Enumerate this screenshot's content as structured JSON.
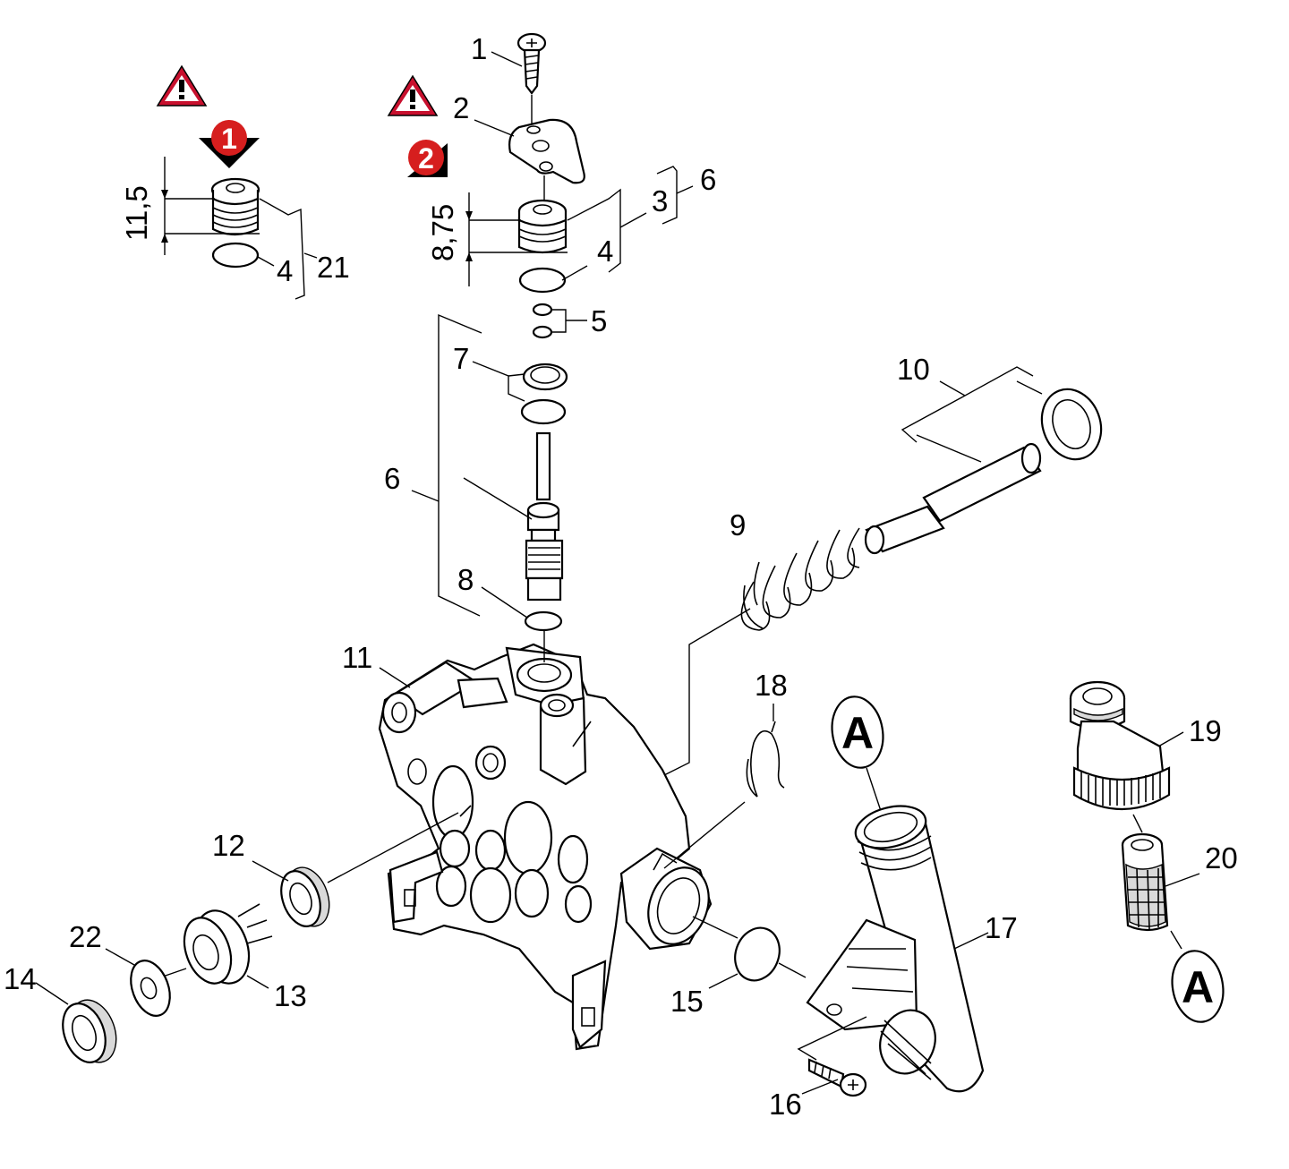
{
  "diagram": {
    "callouts": [
      "1",
      "2",
      "3",
      "4",
      "5",
      "6",
      "7",
      "8",
      "9",
      "10",
      "11",
      "12",
      "13",
      "14",
      "15",
      "16",
      "17",
      "18",
      "19",
      "20",
      "21",
      "22"
    ],
    "labels": {
      "p1": "1",
      "p2": "2",
      "p3": "3",
      "p4a": "4",
      "p4b": "4",
      "p5": "5",
      "p6a": "6",
      "p6b": "6",
      "p7": "7",
      "p8": "8",
      "p9": "9",
      "p10": "10",
      "p11": "11",
      "p12": "12",
      "p13": "13",
      "p14": "14",
      "p15": "15",
      "p16": "16",
      "p17": "17",
      "p18": "18",
      "p19": "19",
      "p20": "20",
      "p21": "21",
      "p22": "22"
    },
    "dimensions": {
      "dim_left": "11,5",
      "dim_right": "8,75"
    },
    "markers": {
      "marker_1": "1",
      "marker_2": "2"
    },
    "connection_ref": {
      "a_left": "A",
      "a_right": "A"
    },
    "colors": {
      "marker_red": "#d61e1e",
      "warning_red": "#c8102e",
      "ink": "#000000"
    },
    "icons": [
      "warning-triangle-icon",
      "numbered-arrow-marker-icon"
    ]
  }
}
